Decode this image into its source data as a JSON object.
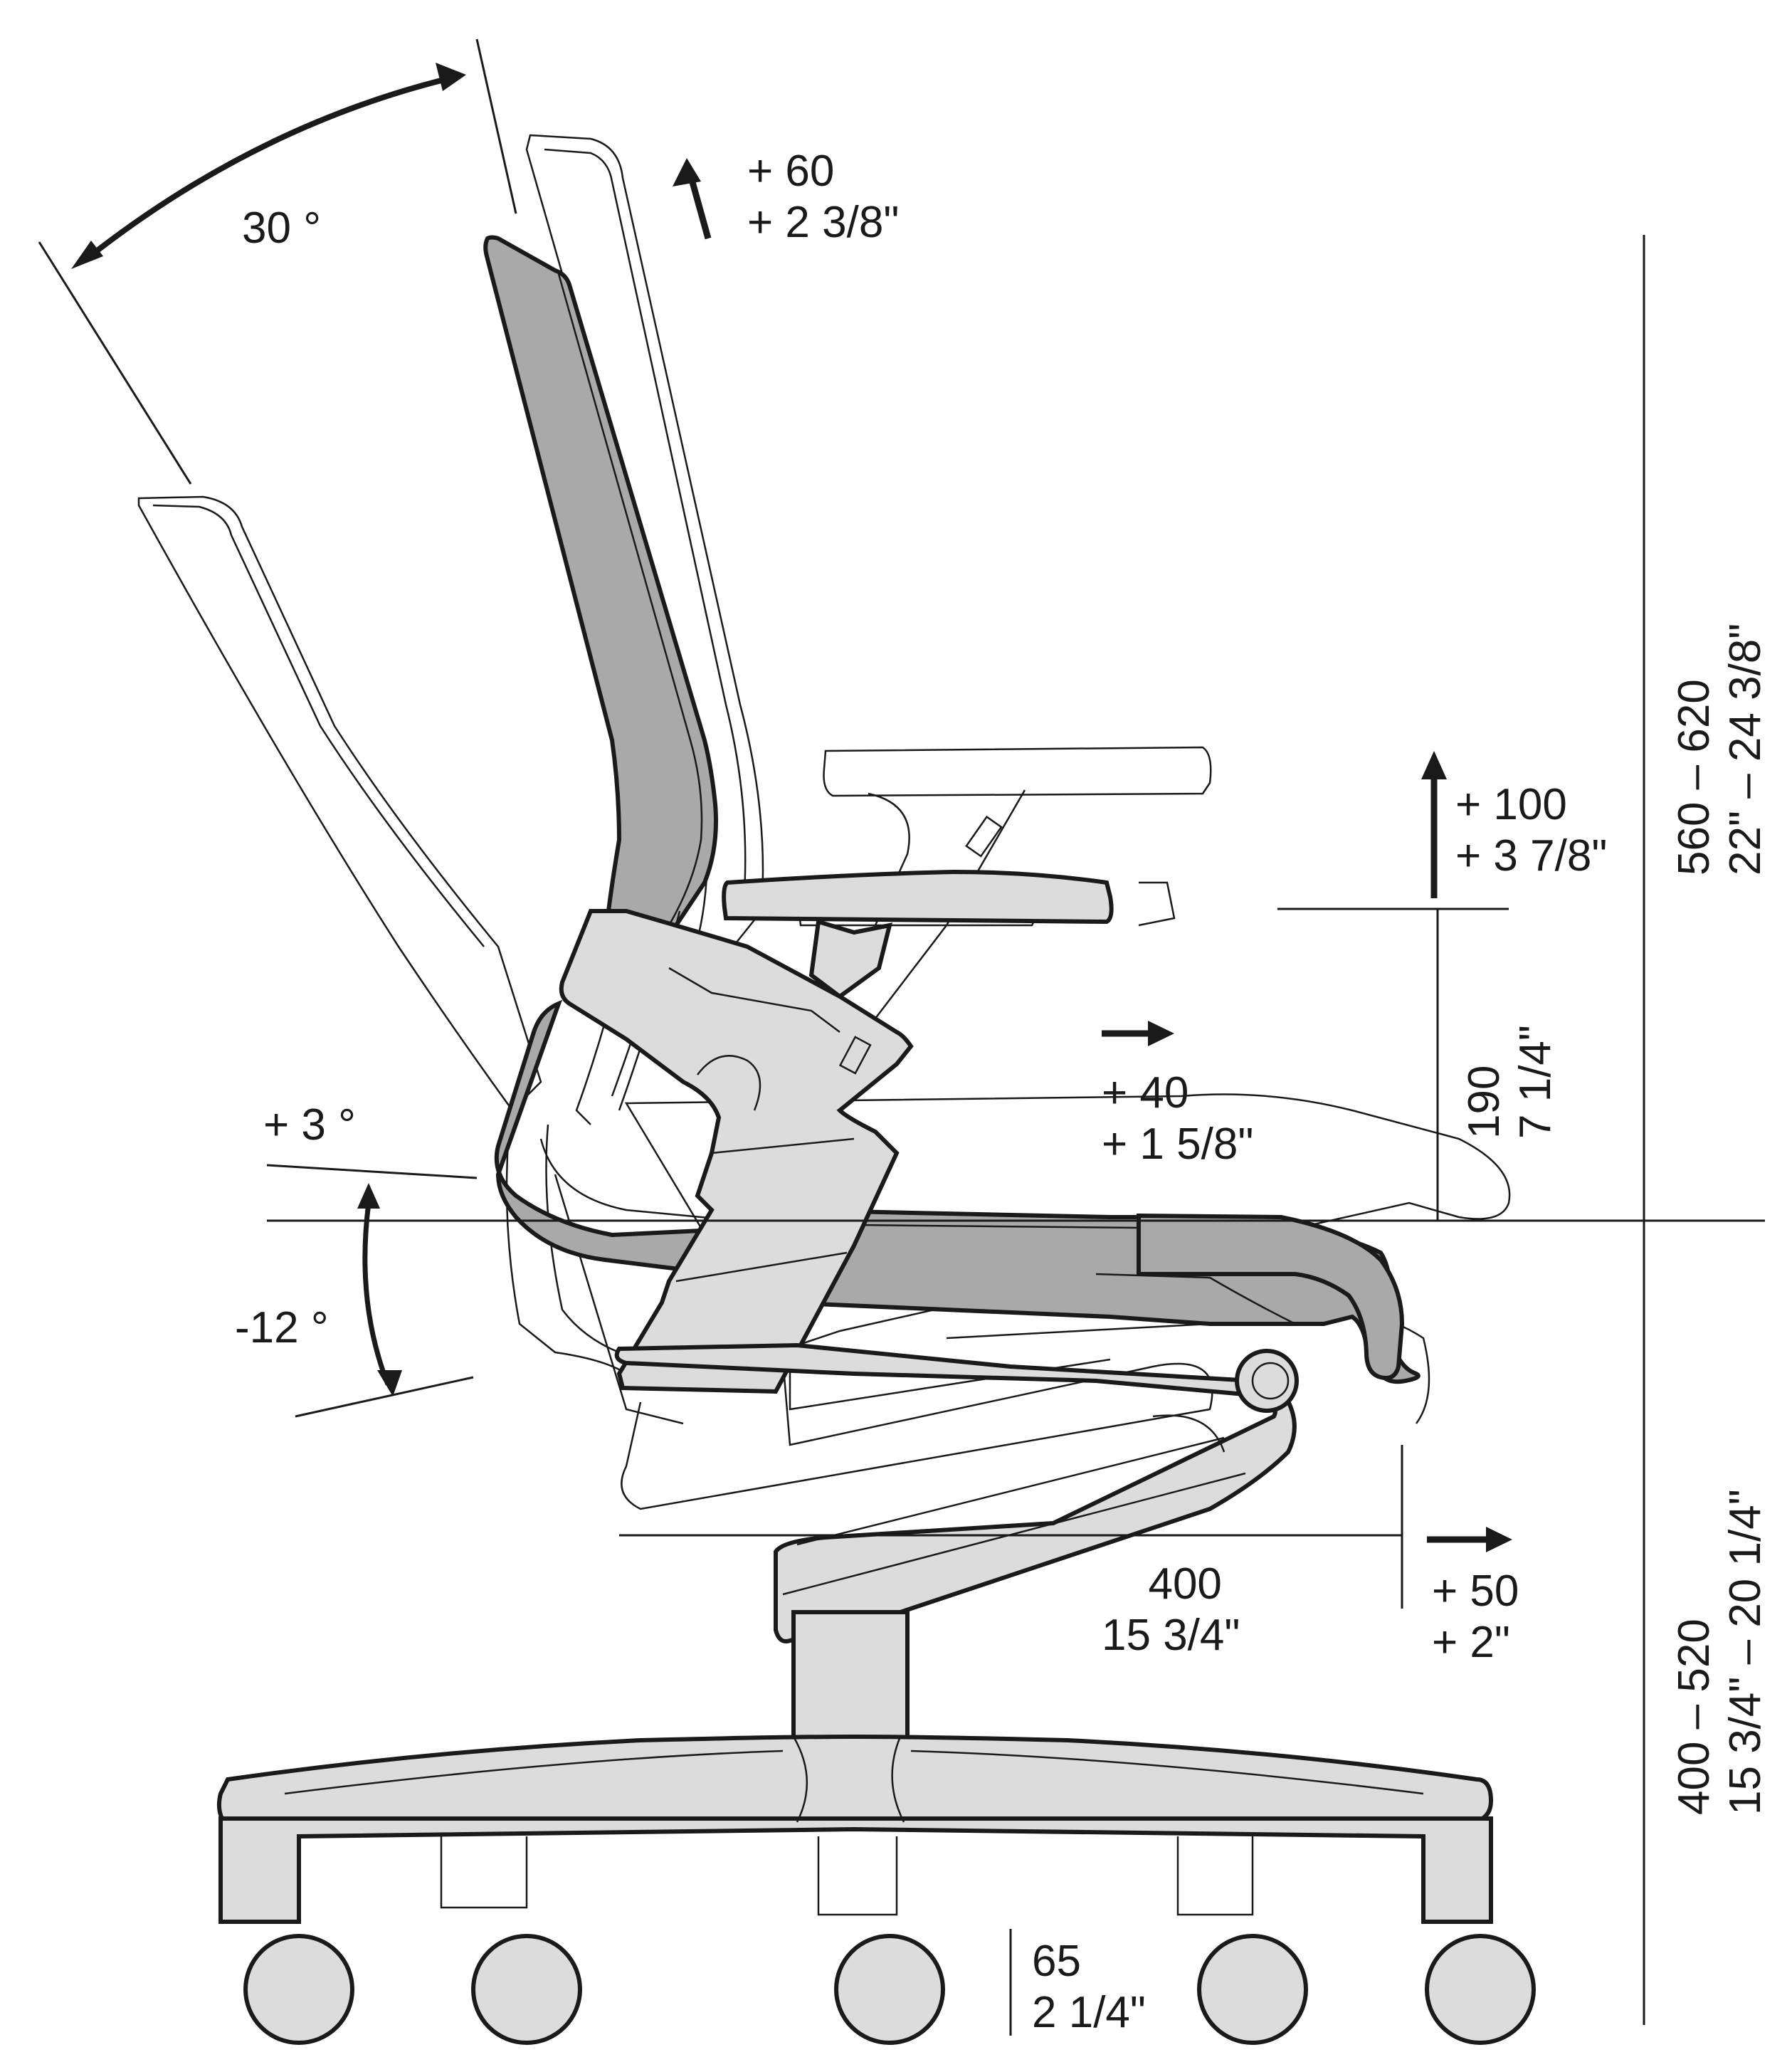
{
  "diagram": {
    "colors": {
      "line": "#1a1a1a",
      "fill_dark": "#a9a9a9",
      "fill_light": "#dcdcdc",
      "background": "#ffffff"
    },
    "dimensions": {
      "backrest_tilt": {
        "value": "30 °"
      },
      "backrest_height_adjust": {
        "line1": "+ 60",
        "line2": "+ 2 3/8\""
      },
      "armrest_height_adjust": {
        "line1": "+ 100",
        "line2": "+ 3 7/8\""
      },
      "armrest_depth_adjust": {
        "line1": "+ 40",
        "line2": "+ 1 5/8\""
      },
      "armrest_height_above_seat": {
        "line1": "190",
        "line2": "7 1/4\""
      },
      "seat_tilt_forward": {
        "value": "+ 3 °"
      },
      "seat_tilt_backward": {
        "value": "-12 °"
      },
      "seat_depth": {
        "line1": "400",
        "line2": "15 3/4\""
      },
      "seat_depth_adjust": {
        "line1": "+ 50",
        "line2": "+ 2\""
      },
      "castor_height": {
        "line1": "65",
        "line2": "2 1/4\""
      },
      "seat_height": {
        "line1": "400 – 520",
        "line2": "15 3/4\" – 20 1/4\""
      },
      "backrest_height": {
        "line1": "560 – 620",
        "line2": "22\" – 24 3/8\""
      }
    }
  }
}
